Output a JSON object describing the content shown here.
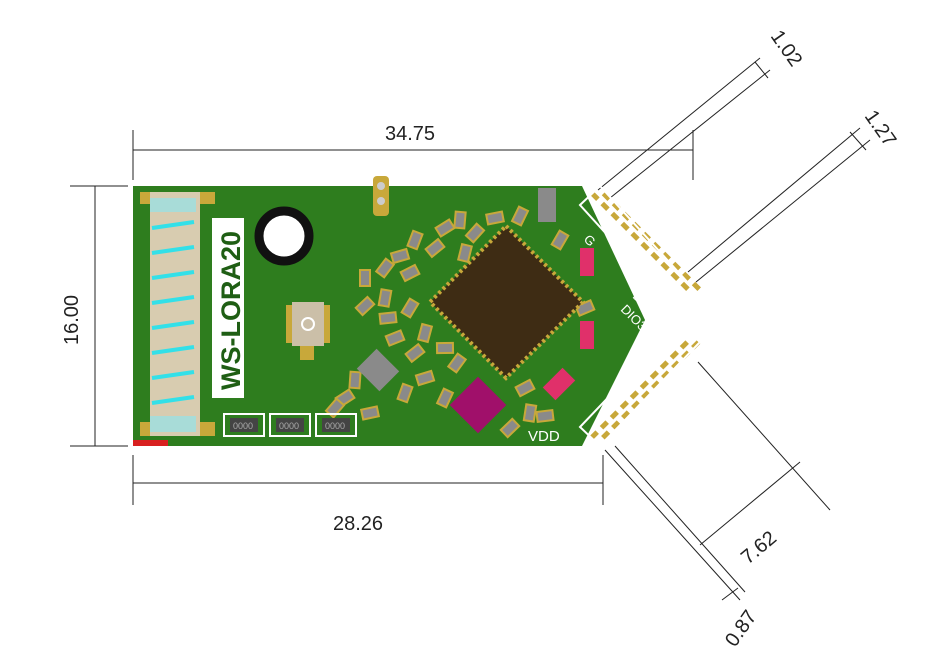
{
  "board": {
    "label": "WS-LORA20",
    "pin_labels": {
      "g": "G",
      "dio4": "DIO4",
      "dio3": "DIO3",
      "vdd": "VDD"
    },
    "resistor_codes": [
      "0000",
      "0000",
      "0000"
    ]
  },
  "dimensions": {
    "width_total": "34.75",
    "height": "16.00",
    "width_body": "28.26",
    "pitch_upper_a": "1.02",
    "pitch_upper_b": "1.27",
    "span_lower": "7.62",
    "pitch_lower": "0.87"
  },
  "colors": {
    "pcb": "#2e7d1e",
    "pad": "#c8a83a",
    "chip": "#3a2a14",
    "pink": "#e0306a",
    "magenta": "#a0106a",
    "cyan": "#33e0e8"
  }
}
